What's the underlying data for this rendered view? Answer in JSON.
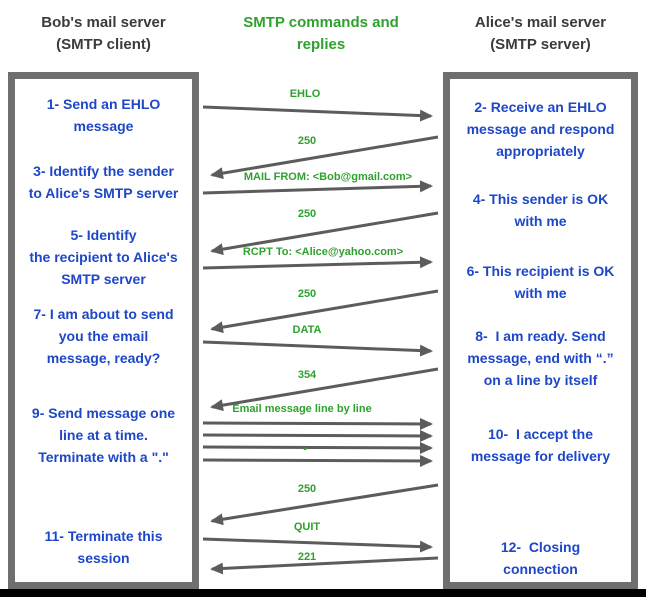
{
  "colors": {
    "green": "#2fa12e",
    "blue": "#1d47c8",
    "box_border": "#6f6f6f",
    "arrow": "#5c5c5c",
    "header_text": "#3b3b3b"
  },
  "headers": {
    "left": "Bob's mail server\n(SMTP client)",
    "center": "SMTP commands and\nreplies",
    "right": "Alice's mail server\n(SMTP server)"
  },
  "client_steps": [
    "1- Send an EHLO\nmessage",
    "3- Identify the sender\nto Alice's SMTP server",
    "5- Identify\nthe recipient to Alice's\nSMTP server",
    "7- I am about to send\nyou the email\nmessage, ready?",
    "9- Send message one\nline at a time.\nTerminate with a \".\"",
    "11- Terminate this\nsession"
  ],
  "server_steps": [
    "2- Receive an EHLO\nmessage and respond\nappropriately",
    "4- This sender is OK\nwith me",
    "6- This recipient is OK\nwith me",
    "8-  I am ready. Send\nmessage, end with “.”\non a line by itself",
    "10-  I accept the\nmessage for delivery",
    "12-  Closing\nconnection"
  ],
  "exchange": [
    {
      "label": "EHLO",
      "from": "client",
      "to": "server"
    },
    {
      "label": "250",
      "from": "server",
      "to": "client"
    },
    {
      "label": "MAIL FROM: <Bob@gmail.com>",
      "from": "client",
      "to": "server"
    },
    {
      "label": "250",
      "from": "server",
      "to": "client"
    },
    {
      "label": "RCPT To: <Alice@yahoo.com>",
      "from": "client",
      "to": "server"
    },
    {
      "label": "250",
      "from": "server",
      "to": "client"
    },
    {
      "label": "DATA",
      "from": "client",
      "to": "server"
    },
    {
      "label": "354",
      "from": "server",
      "to": "client"
    },
    {
      "label": "Email message line by line",
      "from": "client",
      "to": "server",
      "arrow_count": 3
    },
    {
      "label": "▪",
      "from": "client",
      "to": "server"
    },
    {
      "label": "250",
      "from": "server",
      "to": "client"
    },
    {
      "label": "QUIT",
      "from": "client",
      "to": "server"
    },
    {
      "label": "221",
      "from": "server",
      "to": "client"
    }
  ]
}
